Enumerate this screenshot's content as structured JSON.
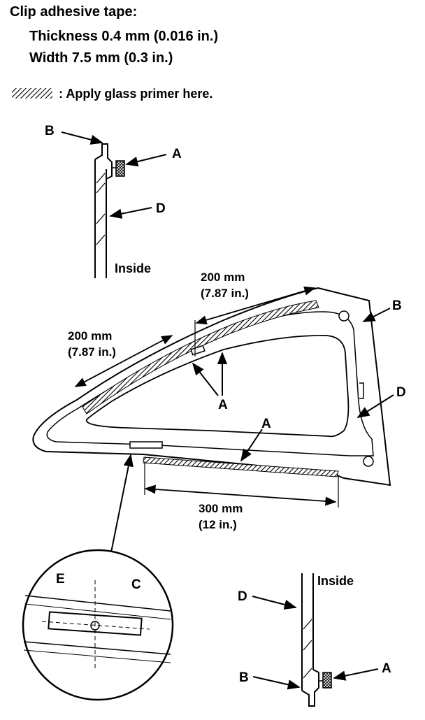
{
  "header": {
    "title": "Clip adhesive tape:",
    "thickness": "Thickness 0.4 mm (0.016 in.)",
    "width": "Width 7.5 mm (0.3 in.)"
  },
  "legend": {
    "text": ": Apply glass primer here."
  },
  "labels": {
    "a": "A",
    "b": "B",
    "c": "C",
    "d": "D",
    "e": "E",
    "inside": "Inside"
  },
  "dimensions": {
    "upper_right_mm": "200 mm",
    "upper_right_in": "(7.87 in.)",
    "upper_left_mm": "200 mm",
    "upper_left_in": "(7.87 in.)",
    "bottom_mm": "300 mm",
    "bottom_in": "(12 in.)"
  }
}
